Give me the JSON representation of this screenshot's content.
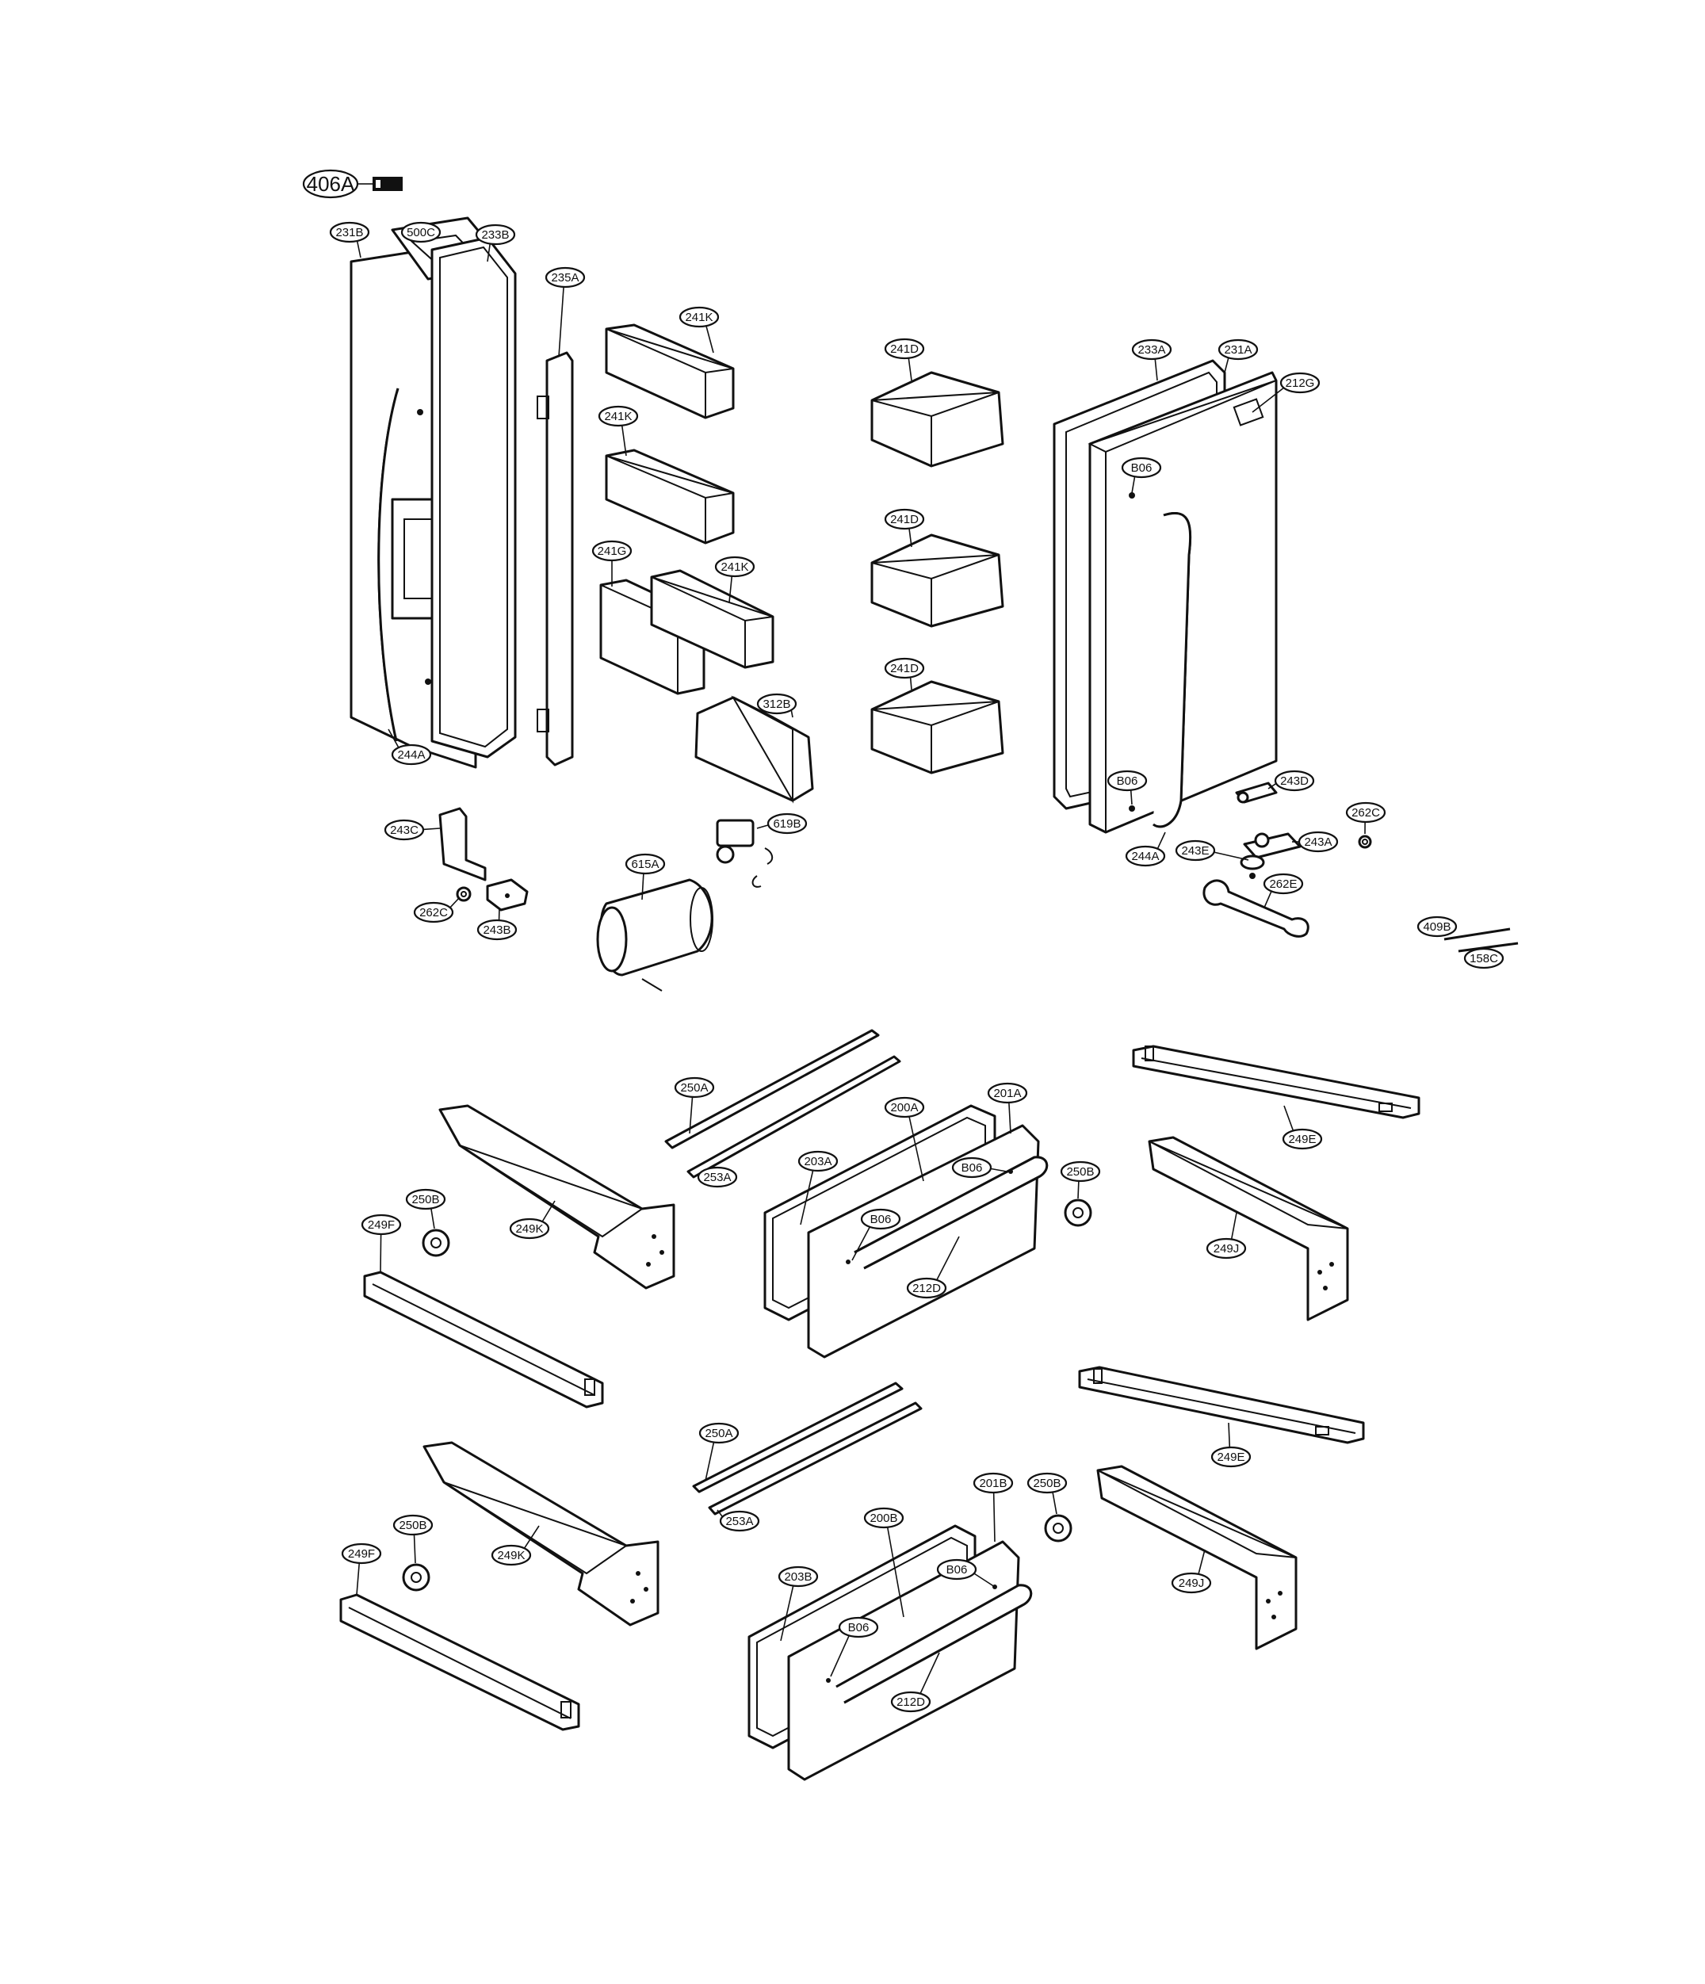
{
  "colors": {
    "line": "#111111",
    "background": "#ffffff",
    "marker_fill": "#111111"
  },
  "diagram": {
    "callouts": [
      {
        "id": "c-406a",
        "label": "406A",
        "big": true
      },
      {
        "id": "c-231b",
        "label": "231B"
      },
      {
        "id": "c-500c",
        "label": "500C"
      },
      {
        "id": "c-233b",
        "label": "233B"
      },
      {
        "id": "c-235a",
        "label": "235A"
      },
      {
        "id": "c-241k-1",
        "label": "241K"
      },
      {
        "id": "c-241k-2",
        "label": "241K"
      },
      {
        "id": "c-241g",
        "label": "241G"
      },
      {
        "id": "c-241k-3",
        "label": "241K"
      },
      {
        "id": "c-312b",
        "label": "312B"
      },
      {
        "id": "c-244a-1",
        "label": "244A"
      },
      {
        "id": "c-241d-1",
        "label": "241D"
      },
      {
        "id": "c-241d-2",
        "label": "241D"
      },
      {
        "id": "c-241d-3",
        "label": "241D"
      },
      {
        "id": "c-233a",
        "label": "233A"
      },
      {
        "id": "c-231a",
        "label": "231A"
      },
      {
        "id": "c-212g",
        "label": "212G"
      },
      {
        "id": "c-b06-1",
        "label": "B06"
      },
      {
        "id": "c-b06-2",
        "label": "B06"
      },
      {
        "id": "c-243d",
        "label": "243D"
      },
      {
        "id": "c-262c-1",
        "label": "262C"
      },
      {
        "id": "c-243a",
        "label": "243A"
      },
      {
        "id": "c-243e",
        "label": "243E"
      },
      {
        "id": "c-244a-2",
        "label": "244A"
      },
      {
        "id": "c-262e",
        "label": "262E"
      },
      {
        "id": "c-409b",
        "label": "409B"
      },
      {
        "id": "c-158c",
        "label": "158C"
      },
      {
        "id": "c-243c",
        "label": "243C"
      },
      {
        "id": "c-262c-2",
        "label": "262C"
      },
      {
        "id": "c-243b",
        "label": "243B"
      },
      {
        "id": "c-615a",
        "label": "615A"
      },
      {
        "id": "c-619b",
        "label": "619B"
      },
      {
        "id": "c-250a-1",
        "label": "250A"
      },
      {
        "id": "c-253a-1",
        "label": "253A"
      },
      {
        "id": "c-200a",
        "label": "200A"
      },
      {
        "id": "c-201a",
        "label": "201A"
      },
      {
        "id": "c-203a",
        "label": "203A"
      },
      {
        "id": "c-b06-3",
        "label": "B06"
      },
      {
        "id": "c-b06-4",
        "label": "B06"
      },
      {
        "id": "c-212d-1",
        "label": "212D"
      },
      {
        "id": "c-250b-1",
        "label": "250B"
      },
      {
        "id": "c-249e-1",
        "label": "249E"
      },
      {
        "id": "c-249j-1",
        "label": "249J"
      },
      {
        "id": "c-249k-1",
        "label": "249K"
      },
      {
        "id": "c-250b-2",
        "label": "250B"
      },
      {
        "id": "c-249f-1",
        "label": "249F"
      },
      {
        "id": "c-249e-2",
        "label": "249E"
      },
      {
        "id": "c-250a-2",
        "label": "250A"
      },
      {
        "id": "c-253a-2",
        "label": "253A"
      },
      {
        "id": "c-201b",
        "label": "201B"
      },
      {
        "id": "c-250b-3",
        "label": "250B"
      },
      {
        "id": "c-200b",
        "label": "200B"
      },
      {
        "id": "c-b06-5",
        "label": "B06"
      },
      {
        "id": "c-b06-6",
        "label": "B06"
      },
      {
        "id": "c-203b",
        "label": "203B"
      },
      {
        "id": "c-212d-2",
        "label": "212D"
      },
      {
        "id": "c-249j-2",
        "label": "249J"
      },
      {
        "id": "c-249k-2",
        "label": "249K"
      },
      {
        "id": "c-250b-4",
        "label": "250B"
      },
      {
        "id": "c-249f-2",
        "label": "249F"
      }
    ]
  }
}
